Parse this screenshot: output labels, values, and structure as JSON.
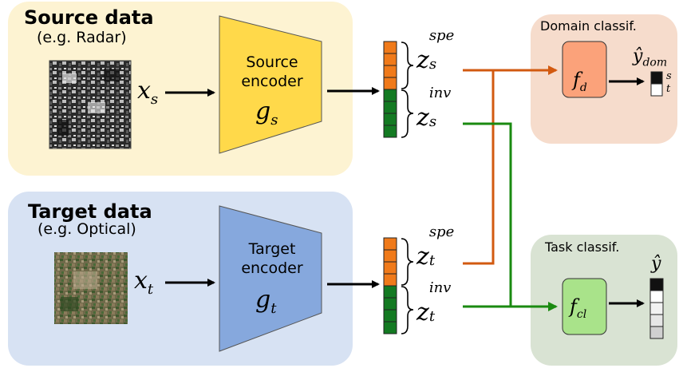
{
  "source_panel": {
    "title": "Source data",
    "subtitle": "(e.g. Radar)",
    "input_var": "x",
    "input_sub": "s",
    "encoder_line1": "Source",
    "encoder_line2": "encoder",
    "encoder_fn": "g",
    "encoder_fn_sub": "s"
  },
  "target_panel": {
    "title": "Target data",
    "subtitle": "(e.g. Optical)",
    "input_var": "x",
    "input_sub": "t",
    "encoder_line1": "Target",
    "encoder_line2": "encoder",
    "encoder_fn": "g",
    "encoder_fn_sub": "t"
  },
  "features": {
    "src_spe": {
      "base": "z",
      "sup": "spe",
      "sub": "s"
    },
    "src_inv": {
      "base": "z",
      "sup": "inv",
      "sub": "s"
    },
    "tgt_spe": {
      "base": "z",
      "sup": "spe",
      "sub": "t"
    },
    "tgt_inv": {
      "base": "z",
      "sup": "inv",
      "sub": "t"
    }
  },
  "domain_classifier": {
    "title": "Domain classif.",
    "fn": "f",
    "fn_sub": "d",
    "output": "ŷ",
    "output_sub": "dom",
    "class_s": "s",
    "class_t": "t"
  },
  "task_classifier": {
    "title": "Task classif.",
    "fn": "f",
    "fn_sub": "cl",
    "output": "ŷ"
  },
  "colors": {
    "source_bg": "#fdf3d2",
    "target_bg": "#d7e2f3",
    "source_encoder": "#ffd94a",
    "target_encoder": "#86a8dd",
    "specific_feature": "#f07a1a",
    "invariant_feature": "#137a22",
    "specific_arrow": "#d25a10",
    "invariant_arrow": "#1a8a10",
    "domain_bg": "#f6dccc",
    "domain_fn": "#fba27a",
    "task_bg": "#d9e3d3",
    "task_fn": "#a9e38a"
  }
}
